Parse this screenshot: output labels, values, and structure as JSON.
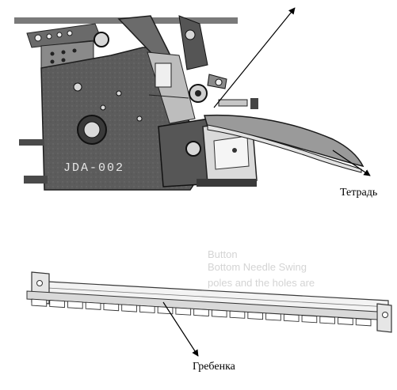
{
  "figure": {
    "machine_marking": "JDA-002",
    "label_top": "Тетрадь",
    "label_bottom": "Гребенка",
    "comb_tooth_count": 19,
    "background_bleed_lines": [
      "Button",
      "Bottom Needle Swing",
      "poles and the holes are"
    ]
  },
  "colors": {
    "machine_body": "#5f5f5f",
    "machine_dark": "#2a2a2a",
    "comb_fill": "#f3f3f3",
    "comb_outline": "#3a3a3a",
    "arrow": "#000000",
    "bleed_text": "#d4d4d4"
  }
}
